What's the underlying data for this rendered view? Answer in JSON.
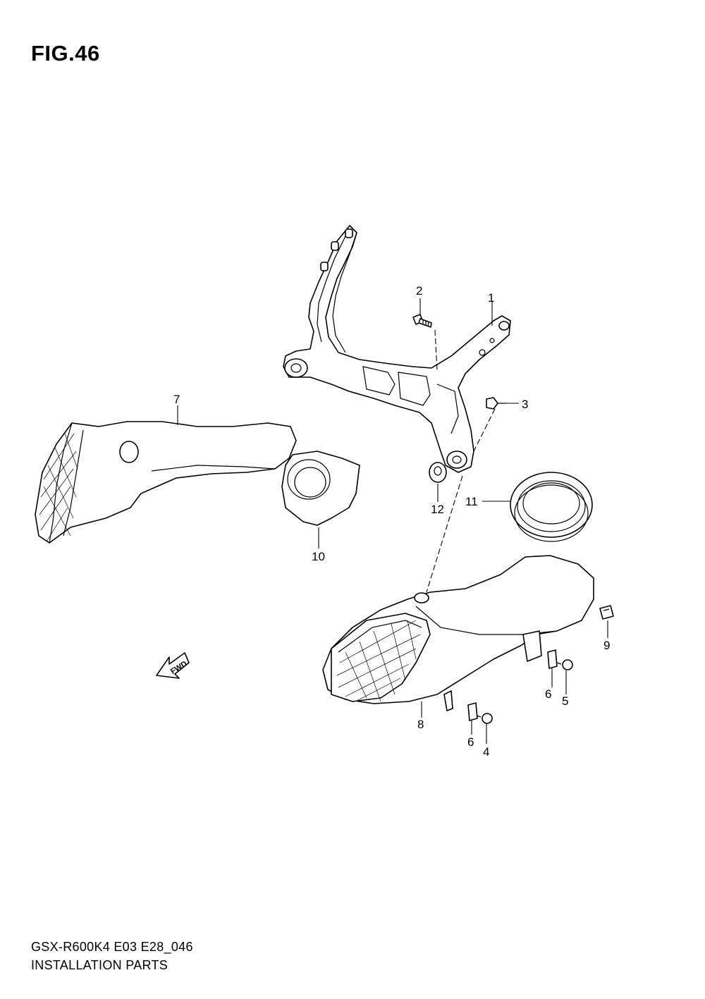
{
  "figure": {
    "title": "FIG.46",
    "footer_code": "GSX-R600K4 E03 E28_046",
    "footer_caption": "INSTALLATION PARTS"
  },
  "callouts": {
    "p1": "1",
    "p2": "2",
    "p3": "3",
    "p4": "4",
    "p5": "5",
    "p6a": "6",
    "p6b": "6",
    "p7": "7",
    "p8": "8",
    "p9": "9",
    "p10": "10",
    "p11": "11",
    "p12": "12"
  },
  "direction_label": "FWD"
}
